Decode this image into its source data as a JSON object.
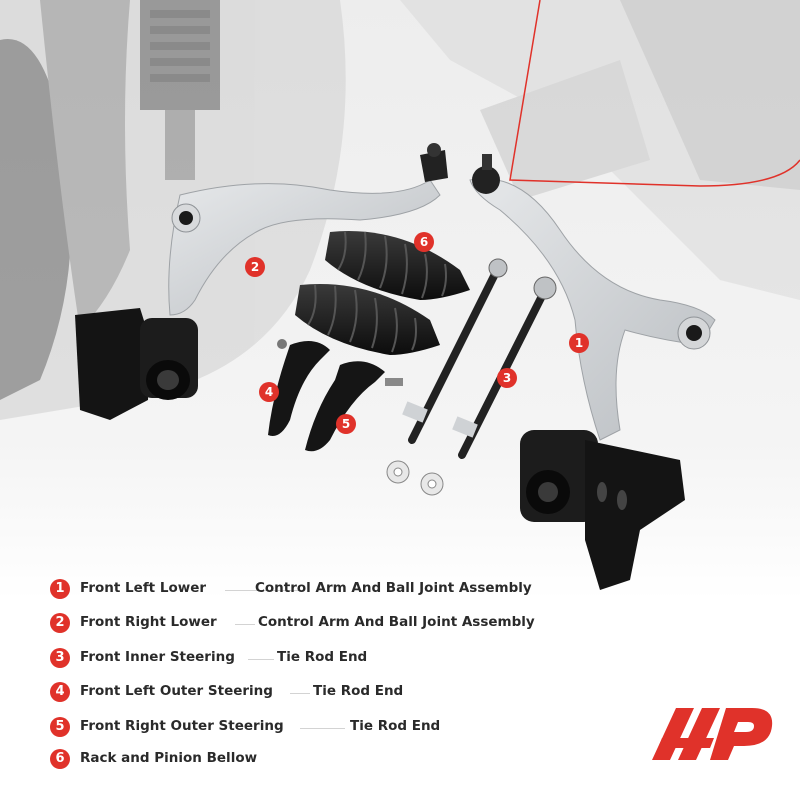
{
  "legend": [
    {
      "num": "1",
      "part1": "Front Left Lower",
      "part2": "Control Arm And Ball Joint Assembly"
    },
    {
      "num": "2",
      "part1": "Front Right Lower",
      "part2": "Control Arm And Ball Joint Assembly"
    },
    {
      "num": "3",
      "part1": "Front Inner Steering",
      "part2": "Tie Rod End"
    },
    {
      "num": "4",
      "part1": "Front Left Outer Steering",
      "part2": "Tie Rod End"
    },
    {
      "num": "5",
      "part1": "Front Right Outer Steering",
      "part2": "Tie Rod End"
    },
    {
      "num": "6",
      "part1": "Rack and Pinion Bellow",
      "part2": ""
    }
  ],
  "callouts": [
    "1",
    "2",
    "3",
    "4",
    "5",
    "6"
  ],
  "colors": {
    "accent": "#e0322a",
    "text": "#2a2a2a",
    "part": "#1a1a1a",
    "arm": "#c9cdd0"
  },
  "logo": "a-premium-logo"
}
